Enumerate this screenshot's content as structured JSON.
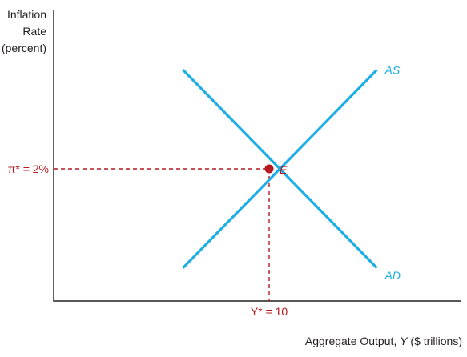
{
  "chart_data": {
    "type": "line",
    "ylabel_lines": [
      "Inflation",
      "Rate",
      "(percent)"
    ],
    "xlabel_prefix": "Aggregate Output, ",
    "xlabel_var": "Y",
    "xlabel_suffix": " ($ trillions)",
    "equilibrium": {
      "label": "E",
      "y_tick_label": "π* = 2%",
      "x_tick_label": "Y* = 10",
      "x": 10,
      "y": 2
    },
    "series": [
      {
        "name": "AS",
        "slope": "upward",
        "x": [
          6,
          15
        ],
        "y": [
          0.5,
          3.5
        ]
      },
      {
        "name": "AD",
        "slope": "downward",
        "x": [
          6,
          15
        ],
        "y": [
          3.5,
          0.5
        ]
      }
    ],
    "grid": false,
    "colors": {
      "curve": "#1eaee6",
      "equilibrium": "#b5191f",
      "axis": "#231f20"
    }
  }
}
